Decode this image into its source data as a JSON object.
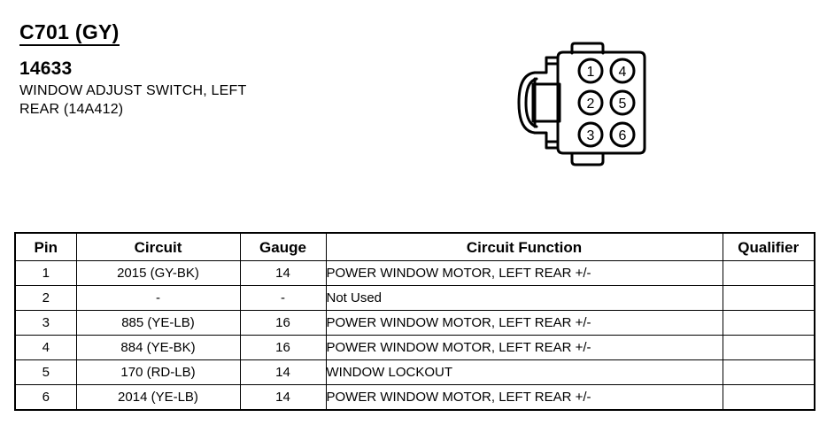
{
  "header": {
    "connector_id": "C701 (GY)",
    "part_number": "14633",
    "description_lines": [
      "WINDOW ADJUST SWITCH, LEFT",
      "REAR (14A412)"
    ]
  },
  "connector_figure": {
    "name": "six-cavity-connector-face-view",
    "cavity_count": 6,
    "pin_labels": [
      "1",
      "2",
      "3",
      "4",
      "5",
      "6"
    ],
    "left_column_pins": [
      "1",
      "2",
      "3"
    ],
    "right_column_pins": [
      "4",
      "5",
      "6"
    ],
    "outline_color": "#000000"
  },
  "table": {
    "columns": [
      "Pin",
      "Circuit",
      "Gauge",
      "Circuit Function",
      "Qualifier"
    ],
    "rows": [
      {
        "pin": "1",
        "circuit": "2015 (GY-BK)",
        "gauge": "14",
        "function": "POWER WINDOW MOTOR, LEFT REAR +/-",
        "qualifier": ""
      },
      {
        "pin": "2",
        "circuit": "-",
        "gauge": "-",
        "function": "Not Used",
        "qualifier": ""
      },
      {
        "pin": "3",
        "circuit": "885 (YE-LB)",
        "gauge": "16",
        "function": "POWER WINDOW MOTOR, LEFT REAR +/-",
        "qualifier": ""
      },
      {
        "pin": "4",
        "circuit": "884 (YE-BK)",
        "gauge": "16",
        "function": "POWER WINDOW MOTOR, LEFT REAR +/-",
        "qualifier": ""
      },
      {
        "pin": "5",
        "circuit": "170 (RD-LB)",
        "gauge": "14",
        "function": "WINDOW LOCKOUT",
        "qualifier": ""
      },
      {
        "pin": "6",
        "circuit": "2014 (YE-LB)",
        "gauge": "14",
        "function": "POWER WINDOW MOTOR, LEFT REAR +/-",
        "qualifier": ""
      }
    ]
  }
}
